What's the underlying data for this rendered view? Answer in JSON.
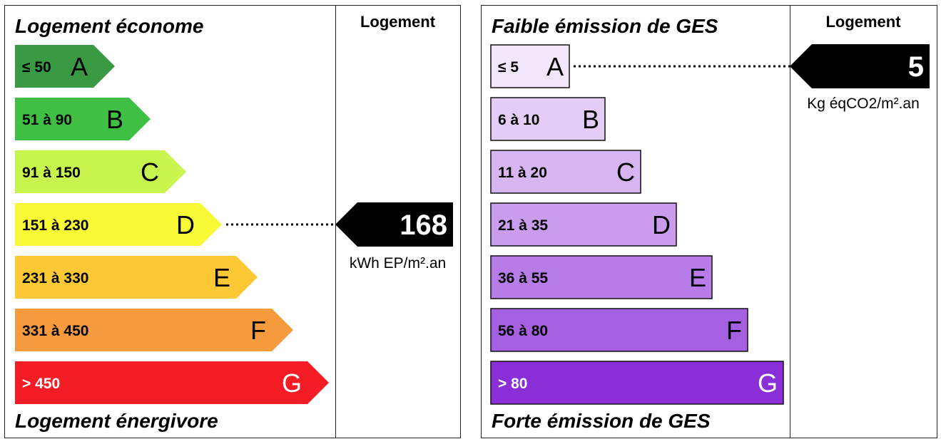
{
  "chart_data": [
    {
      "type": "bar",
      "top_caption": "Logement économe",
      "bottom_caption": "Logement énergivore",
      "column_header": "Logement",
      "categories": [
        "A",
        "B",
        "C",
        "D",
        "E",
        "F",
        "G"
      ],
      "ranges": [
        "≤ 50",
        "51 à 90",
        "91 à 150",
        "151 à 230",
        "231 à 330",
        "331 à 450",
        "> 450"
      ],
      "colors": [
        "#3a9a44",
        "#3fc045",
        "#c7f44d",
        "#f9fa36",
        "#fcc833",
        "#f59b3e",
        "#f51d25"
      ],
      "range_text_colors": [
        "#000000",
        "#000000",
        "#000000",
        "#000000",
        "#000000",
        "#000000",
        "#ffffff"
      ],
      "letter_colors": [
        "#000000",
        "#000000",
        "#000000",
        "#000000",
        "#000000",
        "#000000",
        "#ffffff"
      ],
      "bar_shape": "arrow",
      "value": 168,
      "value_class": "D",
      "unit": "kWh EP/m².an"
    },
    {
      "type": "bar",
      "top_caption": "Faible émission de GES",
      "bottom_caption": "Forte émission de GES",
      "column_header": "Logement",
      "categories": [
        "A",
        "B",
        "C",
        "D",
        "E",
        "F",
        "G"
      ],
      "ranges": [
        "≤ 5",
        "6 à 10",
        "11 à 20",
        "21 à 35",
        "36 à 55",
        "56 à 80",
        "> 80"
      ],
      "colors": [
        "#f2e6fb",
        "#e3cdf6",
        "#d6b5f1",
        "#c99ced",
        "#b87ce8",
        "#a560e2",
        "#8a2ed8"
      ],
      "range_text_colors": [
        "#000000",
        "#000000",
        "#000000",
        "#000000",
        "#000000",
        "#000000",
        "#ffffff"
      ],
      "letter_colors": [
        "#000000",
        "#000000",
        "#000000",
        "#000000",
        "#000000",
        "#000000",
        "#ffffff"
      ],
      "bar_shape": "rect",
      "value": 5,
      "value_class": "A",
      "unit": "Kg éqCO2/m².an"
    }
  ]
}
